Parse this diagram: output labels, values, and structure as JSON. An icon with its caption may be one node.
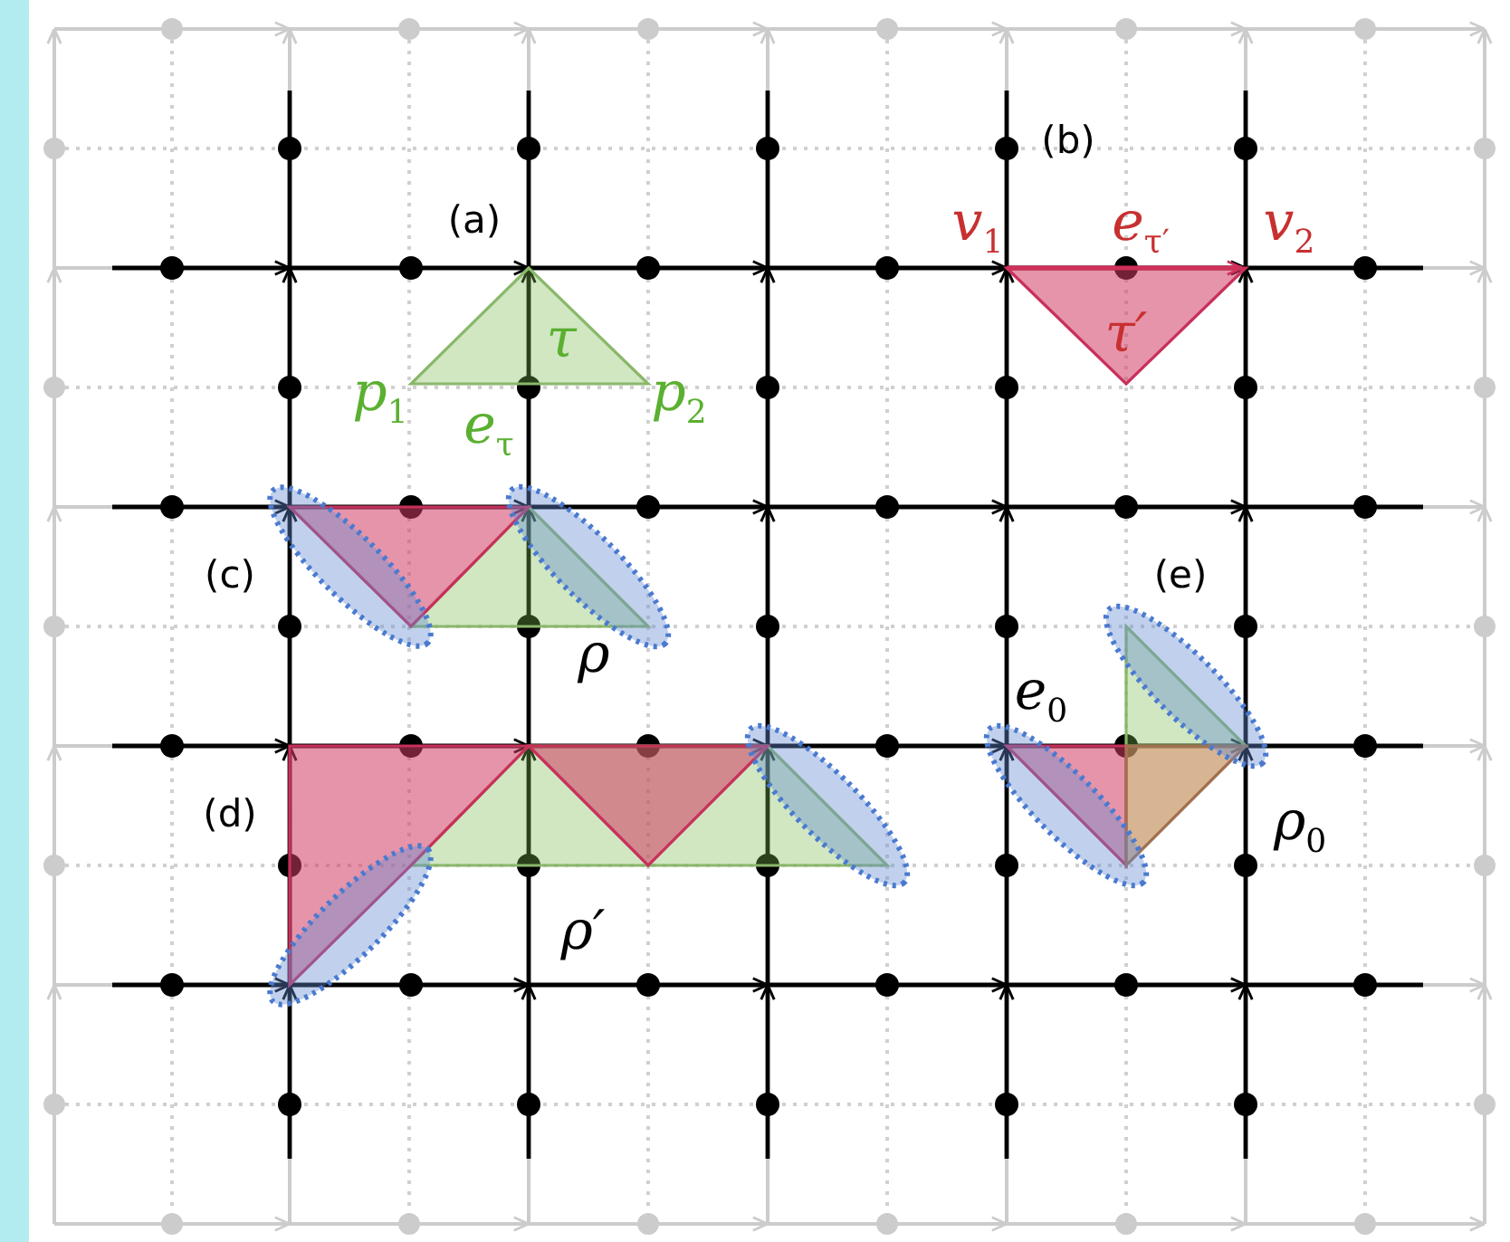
{
  "diagram": {
    "labels": [
      "(a)",
      "τ",
      "p$_{1}$",
      "e$_{τ}$",
      "p$_{2}$",
      "(b)",
      "v$_{1}$",
      "e$_{τ′}$",
      "v$_{2}$",
      "τ′",
      "(c)",
      "ρ",
      "(d)",
      "ρ′",
      "(e)",
      "e$_{0}$",
      "ρ$_{0}$"
    ]
  }
}
